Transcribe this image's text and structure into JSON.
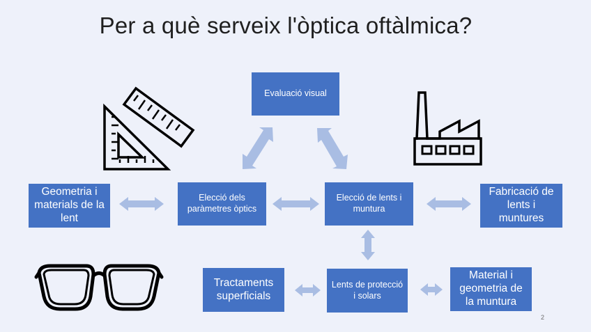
{
  "slide": {
    "title": "Per a què serveix l'òptica oftàlmica?",
    "page_number": "2"
  },
  "nodes": {
    "evaluacio": "Evaluació visual",
    "parametres": "Elecció dels paràmetres òptics",
    "lents_muntura": "Elecció de lents i muntura",
    "geometria_lent": "Geometria i materials de la lent",
    "fabricacio": "Fabricació de lents i muntures",
    "tractaments": "Tractaments superficials",
    "proteccio": "Lents de protecció i solars",
    "material_muntura": "Material i geometria de la muntura"
  },
  "colors": {
    "box_fill": "#4472c4",
    "arrow_fill": "#a9bde3",
    "background": "#eef1fa"
  },
  "icons": [
    "ruler-triangle-icon",
    "factory-icon",
    "glasses-icon"
  ]
}
